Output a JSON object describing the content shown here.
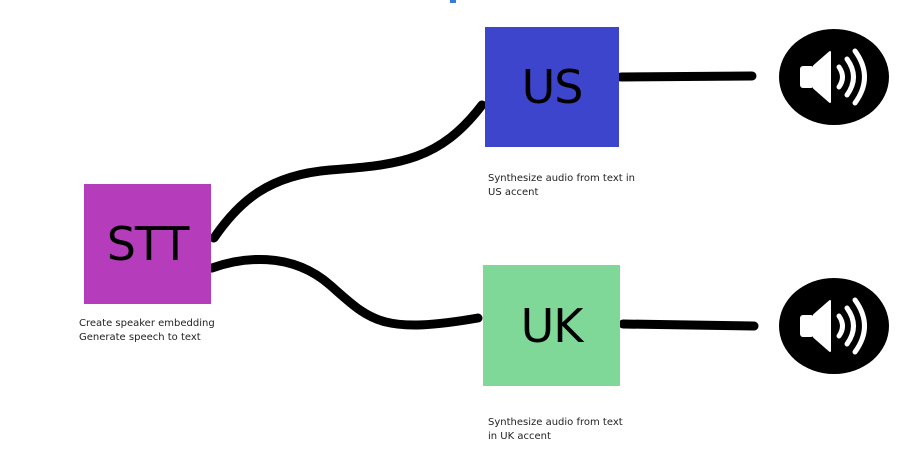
{
  "diagram": {
    "nodes": {
      "stt": {
        "label": "STT",
        "color": "#b53dbb"
      },
      "us": {
        "label": "US",
        "color": "#3d45cc"
      },
      "uk": {
        "label": "UK",
        "color": "#80d898"
      }
    },
    "captions": {
      "stt": {
        "line1": "Create speaker embedding",
        "line2": "Generate speech to text"
      },
      "us": {
        "line1": "Synthesize audio from text in",
        "line2": "US accent"
      },
      "uk": {
        "line1": "Synthesize audio from text",
        "line2": "in UK accent"
      }
    },
    "outputs": [
      {
        "icon": "speaker-icon"
      },
      {
        "icon": "speaker-icon"
      }
    ],
    "connector_color": "#000000"
  }
}
